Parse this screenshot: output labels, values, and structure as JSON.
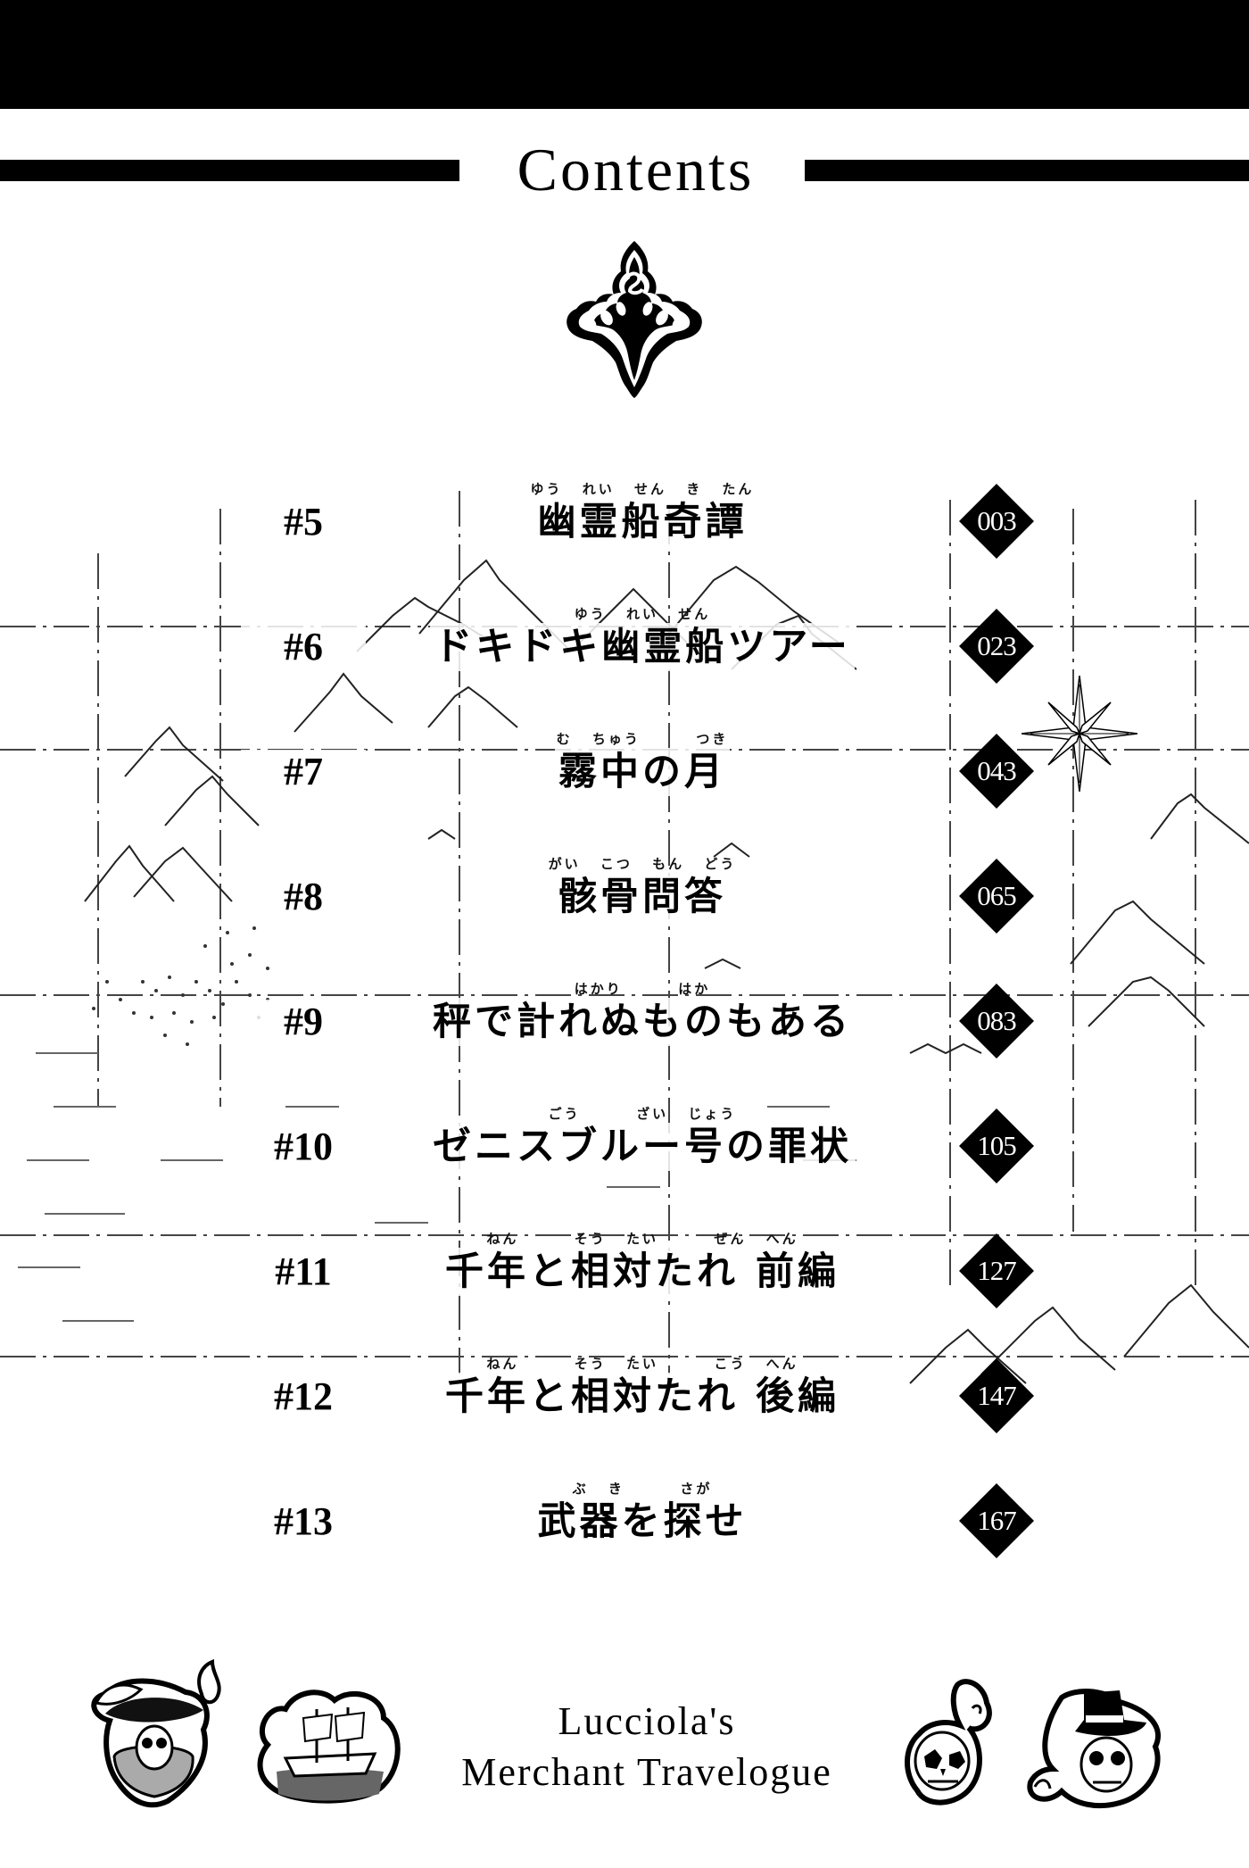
{
  "header": {
    "title": "Contents"
  },
  "chapters": [
    {
      "number": "#5",
      "title": "幽霊船奇譚",
      "ruby": "ゆう れい せん き たん",
      "page": "003"
    },
    {
      "number": "#6",
      "title": "ドキドキ幽霊船ツアー",
      "ruby": "ゆう れい せん",
      "page": "023"
    },
    {
      "number": "#7",
      "title": "霧中の月",
      "ruby": "む ちゅう 　 つき",
      "page": "043"
    },
    {
      "number": "#8",
      "title": "骸骨問答",
      "ruby": "がい こつ もん どう",
      "page": "065"
    },
    {
      "number": "#9",
      "title": "秤で計れぬものもある",
      "ruby": "はかり 　 はか",
      "page": "083"
    },
    {
      "number": "#10",
      "title": "ゼニスブルー号の罪状",
      "ruby": "ごう 　 ざい じょう",
      "page": "105"
    },
    {
      "number": "#11",
      "title": "千年と相対たれ 前編",
      "ruby": "ねん 　 そう たい 　 ぜん へん",
      "page": "127"
    },
    {
      "number": "#12",
      "title": "千年と相対たれ 後編",
      "ruby": "ねん 　 そう たい 　 こう へん",
      "page": "147"
    },
    {
      "number": "#13",
      "title": "武器を探せ",
      "ruby": "ぶ き 　 さが",
      "page": "167"
    }
  ],
  "footer": {
    "series_line1": "Lucciola's",
    "series_line2": "Merchant Travelogue",
    "icons": [
      "pirate-skull-icon",
      "ghost-ship-icon",
      "skull-icon",
      "top-hat-skull-icon"
    ]
  },
  "decorations": {
    "ornament": "fleur-ornament-icon",
    "compass": "compass-rose-icon"
  },
  "colors": {
    "ink": "#000000",
    "paper": "#ffffff",
    "badge_text": "#ffffff"
  }
}
